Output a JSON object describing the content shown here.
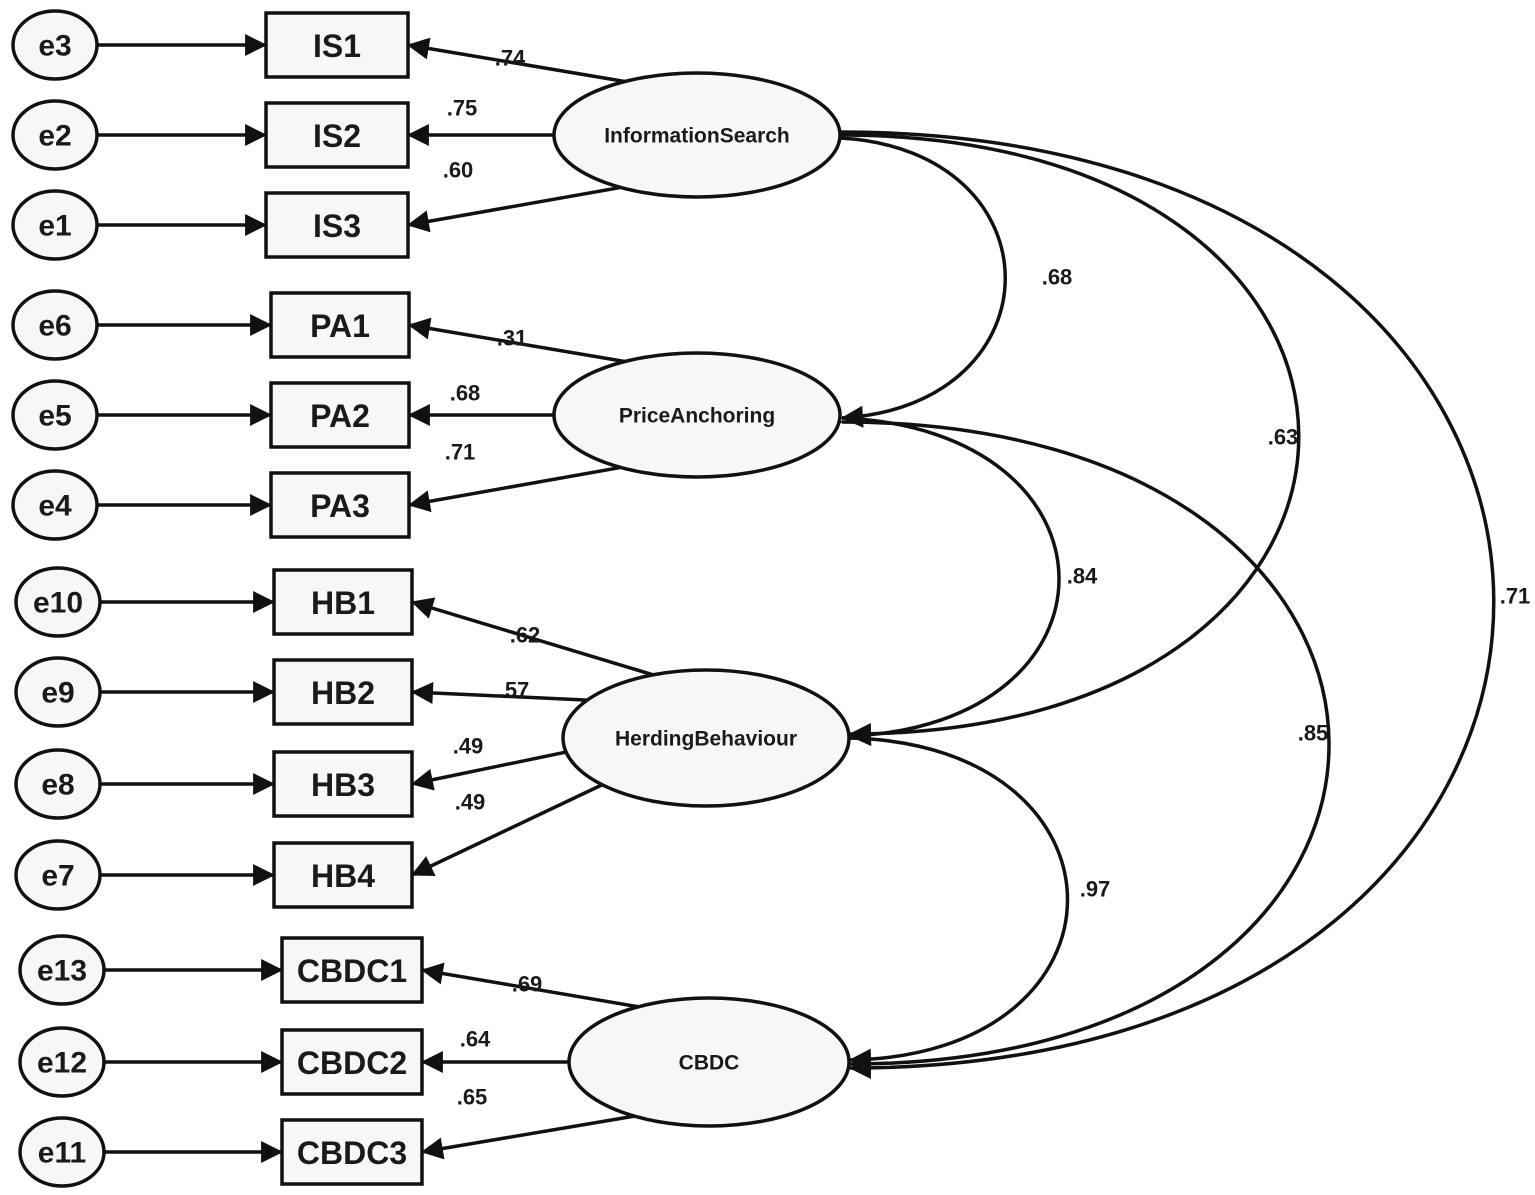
{
  "errors": [
    "e3",
    "e2",
    "e1",
    "e6",
    "e5",
    "e4",
    "e10",
    "e9",
    "e8",
    "e7",
    "e13",
    "e12",
    "e11"
  ],
  "indicators": [
    "IS1",
    "IS2",
    "IS3",
    "PA1",
    "PA2",
    "PA3",
    "HB1",
    "HB2",
    "HB3",
    "HB4",
    "CBDC1",
    "CBDC2",
    "CBDC3"
  ],
  "latents": [
    {
      "label": "InformationSearch",
      "indicators": [
        0,
        1,
        2
      ],
      "loadings": [
        ".74",
        ".75",
        ".60"
      ]
    },
    {
      "label": "PriceAnchoring",
      "indicators": [
        3,
        4,
        5
      ],
      "loadings": [
        ".31",
        ".68",
        ".71"
      ]
    },
    {
      "label": "HerdingBehaviour",
      "indicators": [
        6,
        7,
        8,
        9
      ],
      "loadings": [
        ".62",
        ".57",
        ".49",
        ".49"
      ]
    },
    {
      "label": "CBDC",
      "indicators": [
        10,
        11,
        12
      ],
      "loadings": [
        ".69",
        ".64",
        ".65"
      ]
    }
  ],
  "correlations": [
    {
      "from": 0,
      "to": 1,
      "value": ".68"
    },
    {
      "from": 0,
      "to": 2,
      "value": ".63"
    },
    {
      "from": 0,
      "to": 3,
      "value": ".71"
    },
    {
      "from": 1,
      "to": 2,
      "value": ".84"
    },
    {
      "from": 1,
      "to": 3,
      "value": ".85"
    },
    {
      "from": 2,
      "to": 3,
      "value": ".97"
    }
  ],
  "colors": {
    "stroke": "#111111",
    "fill": "#f7f7f7",
    "background": "#ffffff"
  }
}
